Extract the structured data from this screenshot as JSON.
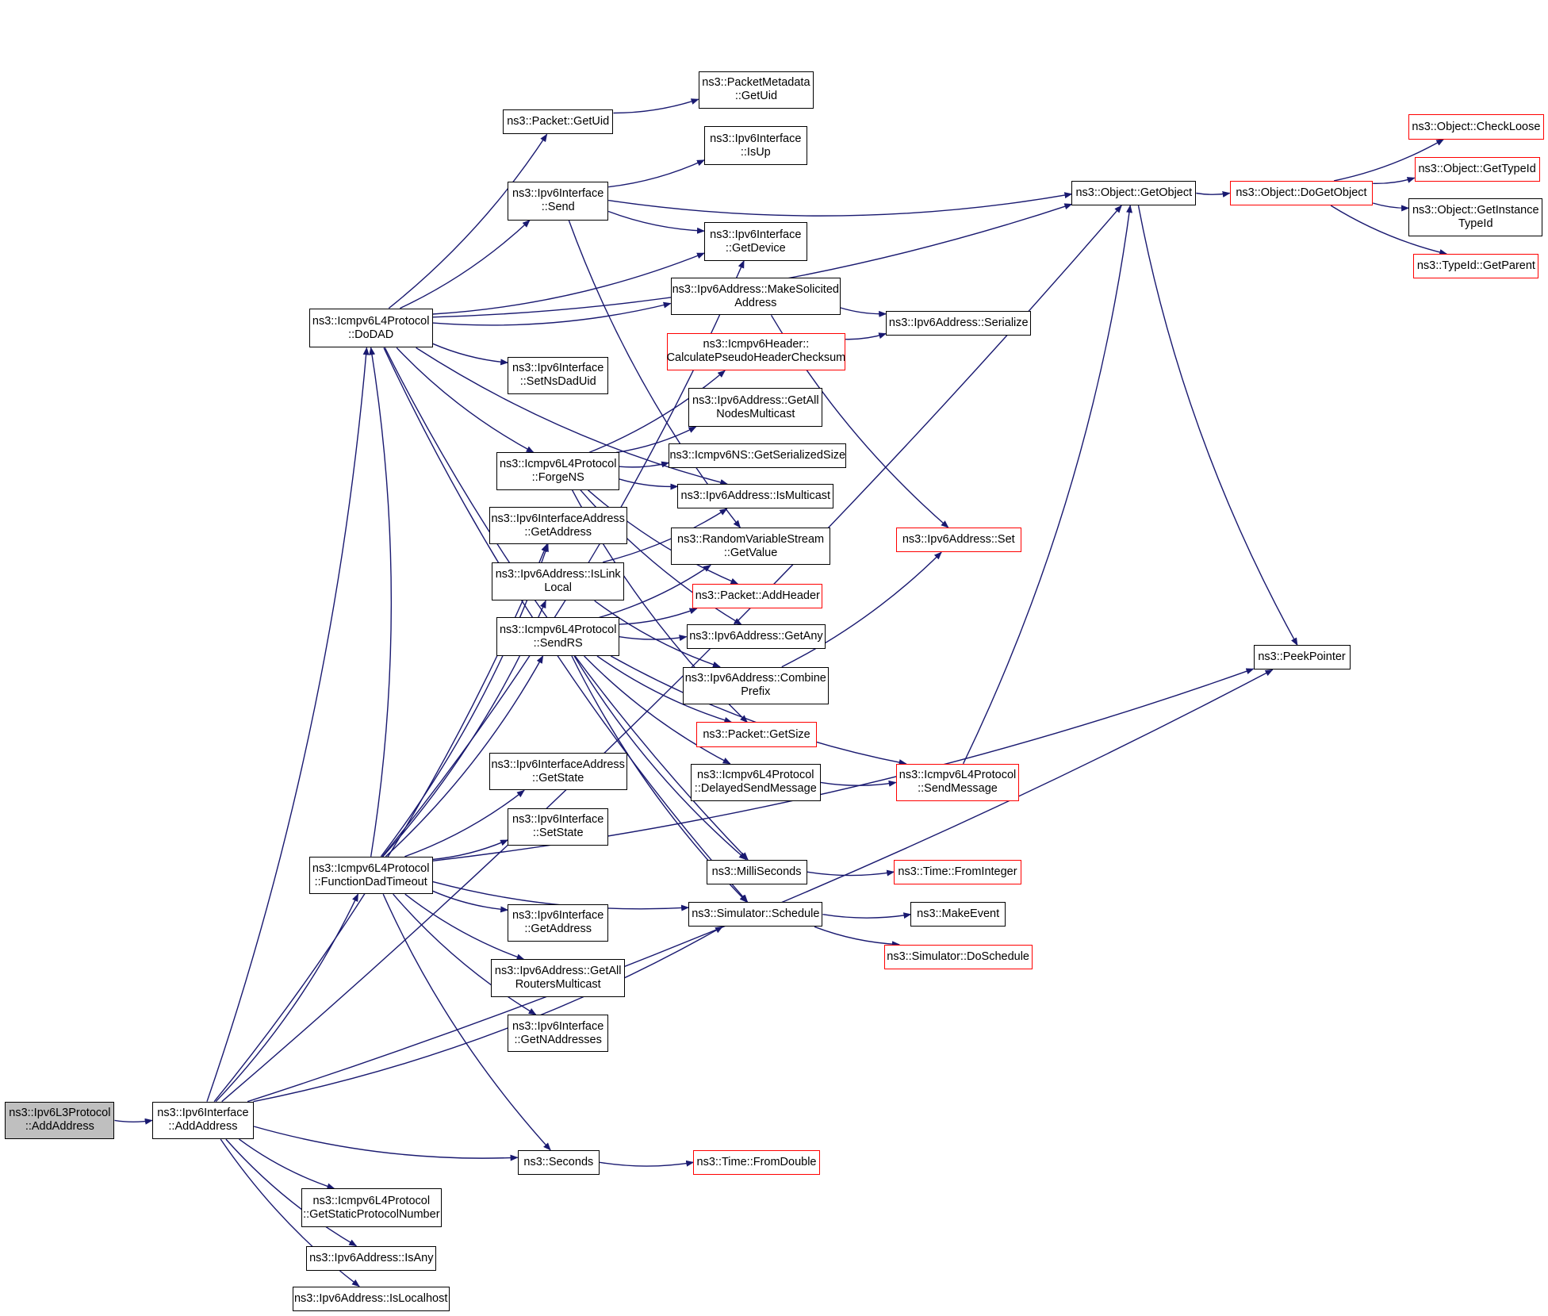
{
  "colors": {
    "edge": "#191970",
    "node_border": "#000000",
    "truncated_border": "#ff0000",
    "root_fill": "#bfbfbf"
  },
  "nodes": {
    "ipv6l3_addaddress": [
      "ns3::Ipv6L3Protocol",
      "::AddAddress"
    ],
    "ipv6if_addaddress": [
      "ns3::Ipv6Interface",
      "::AddAddress"
    ],
    "icmp_dodad": [
      "ns3::Icmpv6L4Protocol",
      "::DoDAD"
    ],
    "icmp_funcdad": [
      "ns3::Icmpv6L4Protocol",
      "::FunctionDadTimeout"
    ],
    "icmp_getstatic": [
      "ns3::Icmpv6L4Protocol",
      "::GetStaticProtocolNumber"
    ],
    "addr_isany": [
      "ns3::Ipv6Address::IsAny"
    ],
    "addr_islocalhost": [
      "ns3::Ipv6Address::IsLocalhost"
    ],
    "packet_getuid": [
      "ns3::Packet::GetUid"
    ],
    "ipv6if_send": [
      "ns3::Ipv6Interface",
      "::Send"
    ],
    "ipv6if_setnsdaduid": [
      "ns3::Ipv6Interface",
      "::SetNsDadUid"
    ],
    "icmp_forgens": [
      "ns3::Icmpv6L4Protocol",
      "::ForgeNS"
    ],
    "ifaddr_getaddress": [
      "ns3::Ipv6InterfaceAddress",
      "::GetAddress"
    ],
    "addr_islinklocal": [
      "ns3::Ipv6Address::IsLink",
      "Local"
    ],
    "icmp_sendrs": [
      "ns3::Icmpv6L4Protocol",
      "::SendRS"
    ],
    "ifaddr_getstate": [
      "ns3::Ipv6InterfaceAddress",
      "::GetState"
    ],
    "ipv6if_setstate": [
      "ns3::Ipv6Interface",
      "::SetState"
    ],
    "ipv6if_getaddress": [
      "ns3::Ipv6Interface",
      "::GetAddress"
    ],
    "addr_getallrouters": [
      "ns3::Ipv6Address::GetAll",
      "RoutersMulticast"
    ],
    "ipv6if_getnaddresses": [
      "ns3::Ipv6Interface",
      "::GetNAddresses"
    ],
    "seconds": [
      "ns3::Seconds"
    ],
    "pm_getuid": [
      "ns3::PacketMetadata",
      "::GetUid"
    ],
    "ipv6if_isup": [
      "ns3::Ipv6Interface",
      "::IsUp"
    ],
    "ipv6if_getdevice": [
      "ns3::Ipv6Interface",
      "::GetDevice"
    ],
    "addr_makesolicited": [
      "ns3::Ipv6Address::MakeSolicited",
      "Address"
    ],
    "icmpheader_calc": [
      "ns3::Icmpv6Header::",
      "CalculatePseudoHeaderChecksum"
    ],
    "addr_getallnodes": [
      "ns3::Ipv6Address::GetAll",
      "NodesMulticast"
    ],
    "icmpns_getsize": [
      "ns3::Icmpv6NS::GetSerializedSize"
    ],
    "addr_ismulticast": [
      "ns3::Ipv6Address::IsMulticast"
    ],
    "rvs_getvalue": [
      "ns3::RandomVariableStream",
      "::GetValue"
    ],
    "packet_addheader": [
      "ns3::Packet::AddHeader"
    ],
    "addr_getany": [
      "ns3::Ipv6Address::GetAny"
    ],
    "addr_combineprefix": [
      "ns3::Ipv6Address::Combine",
      "Prefix"
    ],
    "packet_getsize": [
      "ns3::Packet::GetSize"
    ],
    "icmp_delayed": [
      "ns3::Icmpv6L4Protocol",
      "::DelayedSendMessage"
    ],
    "millis": [
      "ns3::MilliSeconds"
    ],
    "sim_schedule": [
      "ns3::Simulator::Schedule"
    ],
    "time_fromdouble": [
      "ns3::Time::FromDouble"
    ],
    "addr_serialize": [
      "ns3::Ipv6Address::Serialize"
    ],
    "addr_set": [
      "ns3::Ipv6Address::Set"
    ],
    "icmp_sendmessage": [
      "ns3::Icmpv6L4Protocol",
      "::SendMessage"
    ],
    "time_frominteger": [
      "ns3::Time::FromInteger"
    ],
    "makeevent": [
      "ns3::MakeEvent"
    ],
    "sim_doschedule": [
      "ns3::Simulator::DoSchedule"
    ],
    "obj_getobject": [
      "ns3::Object::GetObject"
    ],
    "peekpointer": [
      "ns3::PeekPointer"
    ],
    "obj_dogetobject": [
      "ns3::Object::DoGetObject"
    ],
    "obj_checkloose": [
      "ns3::Object::CheckLoose"
    ],
    "obj_gettypeid": [
      "ns3::Object::GetTypeId"
    ],
    "obj_getinstancetypeid": [
      "ns3::Object::GetInstance",
      "TypeId"
    ],
    "typeid_getparent": [
      "ns3::TypeId::GetParent"
    ]
  },
  "edges": [
    [
      "ipv6l3_addaddress",
      "ipv6if_addaddress"
    ],
    [
      "ipv6if_addaddress",
      "icmp_dodad"
    ],
    [
      "ipv6if_addaddress",
      "icmp_funcdad"
    ],
    [
      "ipv6if_addaddress",
      "seconds"
    ],
    [
      "ipv6if_addaddress",
      "icmp_getstatic"
    ],
    [
      "ipv6if_addaddress",
      "addr_isany"
    ],
    [
      "ipv6if_addaddress",
      "addr_islocalhost"
    ],
    [
      "ipv6if_addaddress",
      "obj_getobject"
    ],
    [
      "ipv6if_addaddress",
      "peekpointer"
    ],
    [
      "ipv6if_addaddress",
      "ifaddr_getaddress"
    ],
    [
      "ipv6if_addaddress",
      "sim_schedule"
    ],
    [
      "icmp_dodad",
      "packet_getuid"
    ],
    [
      "icmp_dodad",
      "ipv6if_send"
    ],
    [
      "icmp_dodad",
      "ipv6if_setnsdaduid"
    ],
    [
      "icmp_dodad",
      "icmp_forgens"
    ],
    [
      "icmp_dodad",
      "obj_getobject"
    ],
    [
      "icmp_dodad",
      "ipv6if_getdevice"
    ],
    [
      "icmp_dodad",
      "addr_makesolicited"
    ],
    [
      "icmp_dodad",
      "addr_ismulticast"
    ],
    [
      "icmp_dodad",
      "sim_schedule"
    ],
    [
      "icmp_dodad",
      "millis"
    ],
    [
      "icmp_funcdad",
      "icmp_dodad"
    ],
    [
      "icmp_funcdad",
      "ifaddr_getaddress"
    ],
    [
      "icmp_funcdad",
      "addr_islinklocal"
    ],
    [
      "icmp_funcdad",
      "icmp_sendrs"
    ],
    [
      "icmp_funcdad",
      "ifaddr_getstate"
    ],
    [
      "icmp_funcdad",
      "ipv6if_setstate"
    ],
    [
      "icmp_funcdad",
      "ipv6if_getaddress"
    ],
    [
      "icmp_funcdad",
      "addr_getallrouters"
    ],
    [
      "icmp_funcdad",
      "ipv6if_getnaddresses"
    ],
    [
      "icmp_funcdad",
      "seconds"
    ],
    [
      "icmp_funcdad",
      "sim_schedule"
    ],
    [
      "icmp_funcdad",
      "peekpointer"
    ],
    [
      "icmp_funcdad",
      "ipv6if_getdevice"
    ],
    [
      "packet_getuid",
      "pm_getuid"
    ],
    [
      "ipv6if_send",
      "ipv6if_isup"
    ],
    [
      "ipv6if_send",
      "ipv6if_getdevice"
    ],
    [
      "ipv6if_send",
      "obj_getobject"
    ],
    [
      "ipv6if_send",
      "rvs_getvalue"
    ],
    [
      "icmp_forgens",
      "icmpheader_calc"
    ],
    [
      "icmp_forgens",
      "addr_getallnodes"
    ],
    [
      "icmp_forgens",
      "icmpns_getsize"
    ],
    [
      "icmp_forgens",
      "addr_ismulticast"
    ],
    [
      "icmp_forgens",
      "packet_addheader"
    ],
    [
      "icmp_forgens",
      "addr_getany"
    ],
    [
      "icmp_forgens",
      "packet_getsize"
    ],
    [
      "addr_islinklocal",
      "addr_ismulticast"
    ],
    [
      "addr_islinklocal",
      "addr_combineprefix"
    ],
    [
      "icmp_sendrs",
      "rvs_getvalue"
    ],
    [
      "icmp_sendrs",
      "packet_addheader"
    ],
    [
      "icmp_sendrs",
      "addr_getany"
    ],
    [
      "icmp_sendrs",
      "packet_getsize"
    ],
    [
      "icmp_sendrs",
      "icmp_delayed"
    ],
    [
      "icmp_sendrs",
      "icmp_sendmessage"
    ],
    [
      "icmp_sendrs",
      "millis"
    ],
    [
      "icmp_sendrs",
      "sim_schedule"
    ],
    [
      "seconds",
      "time_fromdouble"
    ],
    [
      "addr_makesolicited",
      "addr_serialize"
    ],
    [
      "addr_makesolicited",
      "addr_set"
    ],
    [
      "icmpheader_calc",
      "addr_serialize"
    ],
    [
      "addr_combineprefix",
      "addr_set"
    ],
    [
      "icmp_delayed",
      "icmp_sendmessage"
    ],
    [
      "icmp_sendmessage",
      "obj_getobject"
    ],
    [
      "millis",
      "time_frominteger"
    ],
    [
      "sim_schedule",
      "makeevent"
    ],
    [
      "sim_schedule",
      "sim_doschedule"
    ],
    [
      "obj_getobject",
      "obj_dogetobject"
    ],
    [
      "obj_getobject",
      "peekpointer"
    ],
    [
      "obj_dogetobject",
      "obj_checkloose"
    ],
    [
      "obj_dogetobject",
      "obj_gettypeid"
    ],
    [
      "obj_dogetobject",
      "obj_getinstancetypeid"
    ],
    [
      "obj_dogetobject",
      "typeid_getparent"
    ]
  ]
}
